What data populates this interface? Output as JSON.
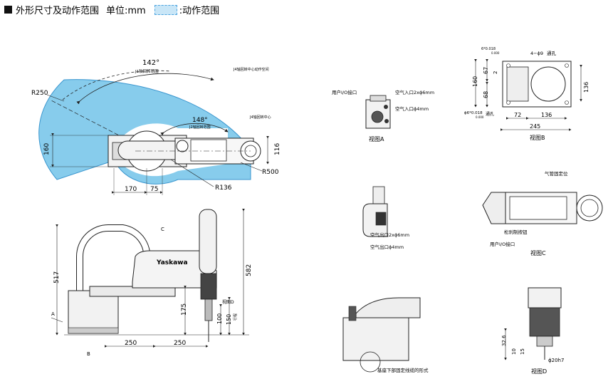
{
  "header": {
    "title": "外形尺寸及动作范围",
    "unit": "单位:mm",
    "legend_label": ":动作范围"
  },
  "colors": {
    "range_fill": "#87ccec",
    "range_stroke": "#3a96cf",
    "line": "#222222",
    "part_fill": "#eeeeee",
    "dark_part": "#555555"
  },
  "top_view": {
    "angle_j1": "142°",
    "label_j1": "J1轴回转范围",
    "angle_j2": "148°",
    "label_j2": "J2轴回转范围",
    "label_j4_range": "J4轴回转中心动作空间",
    "label_j4_center": "J4轴回转中心",
    "r250": "R250",
    "r500": "R500",
    "r136": "R136",
    "d160": "160",
    "d116": "116",
    "d170": "170",
    "d75": "75"
  },
  "side_view": {
    "brand": "Yaskawa",
    "d517": "517",
    "d582": "582",
    "d175": "175",
    "d100": "100",
    "d150": "150",
    "stroke_label": "行程",
    "d250a": "250",
    "d250b": "250",
    "view_d": "视图D",
    "mark_a": "A",
    "mark_b": "B",
    "mark_c": "C"
  },
  "view_a": {
    "label_user_io": "用户I/O接口",
    "label_air_in_6": "空气入口2xϕ6mm",
    "label_air_in_4": "空气入口ϕ4mm",
    "caption": "视图A"
  },
  "view_b": {
    "tol_top": "6*0.018",
    "tol_top_sub": "0.000",
    "holes": "4−ϕ9",
    "through": "通孔",
    "tol_left": "ϕ6*0.018",
    "tol_left_sub": "0.000",
    "through2": "通孔",
    "d160": "160",
    "d67": "67",
    "d2": "2",
    "d68": "68",
    "d136v": "136",
    "d72": "72",
    "d136h": "136",
    "d245": "245",
    "caption": "视图B"
  },
  "view_a_side": {
    "label_air_out_6": "空气出口2xϕ6mm",
    "label_air_out_4": "空气出口ϕ4mm"
  },
  "view_c": {
    "label_pipe": "气管固定位",
    "label_brake": "松刹制按钮",
    "label_user_io": "用户I/O接口",
    "caption": "视图C"
  },
  "view_base": {
    "caption": "基座下部固定线缆的形式"
  },
  "view_d": {
    "d32_6": "32.6",
    "d10": "10",
    "d15": "15",
    "d20h7": "ϕ20h7",
    "caption": "视图D"
  }
}
